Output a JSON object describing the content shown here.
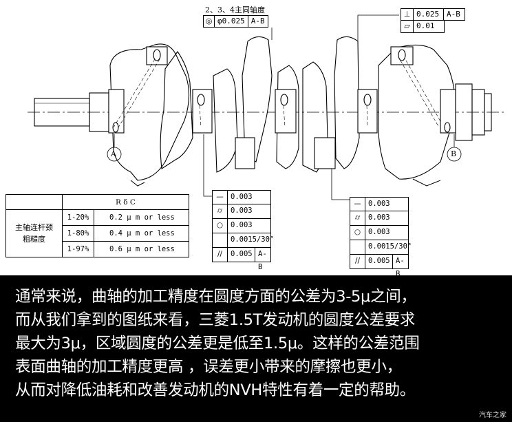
{
  "drawing": {
    "main_journal_note": "2、3、4主同轴度",
    "coaxiality": {
      "symbol": "◎",
      "value": "φ0.025",
      "datum": "A-B"
    },
    "top_right_frame": [
      {
        "symbol": "⊥",
        "value": "0.025",
        "datum": "A-B"
      },
      {
        "symbol": "▱",
        "value": "0.01",
        "datum": ""
      }
    ],
    "datum_a": "A",
    "datum_b": "B",
    "left_group": [
      {
        "symbol": "—",
        "value": "0.003",
        "datum": ""
      },
      {
        "symbol": "⌭",
        "value": "0.003",
        "datum": ""
      },
      {
        "symbol": "○",
        "value": "0.003",
        "datum": ""
      },
      {
        "symbol": "",
        "value": "0.0015/30°",
        "datum": ""
      },
      {
        "symbol": "//",
        "value": "0.005",
        "datum": "A-B"
      }
    ],
    "right_group": [
      {
        "symbol": "—",
        "value": "0.003",
        "datum": ""
      },
      {
        "symbol": "⌭",
        "value": "0.003",
        "datum": ""
      },
      {
        "symbol": "○",
        "value": "0.003",
        "datum": ""
      },
      {
        "symbol": "",
        "value": "0.0015/30°",
        "datum": ""
      },
      {
        "symbol": "//",
        "value": "0.005",
        "datum": "A-B"
      }
    ],
    "roughness_table": {
      "header": "R δ C",
      "row_label": "主轴连杆颈\n粗糙度",
      "rows": [
        {
          "range": "1-20%",
          "value": "0.2 μ m or less"
        },
        {
          "range": "1-80%",
          "value": "0.4 μ m or less"
        },
        {
          "range": "1-97%",
          "value": "0.6 μ m or less"
        }
      ]
    }
  },
  "caption": {
    "lines": [
      "通常来说，曲轴的加工精度在圆度方面的公差为3-5μ之间，",
      "而从我们拿到的图纸来看，三菱1.5T发动机的圆度公差要求",
      "最大为3μ，区域圆度的公差更是低至1.5μ。这样的公差范围",
      "表面曲轴的加工精度更高  ，误差更小带来的摩擦也更小，",
      "从而对降低油耗和改善发动机的NVH特性有着一定的帮助。"
    ]
  },
  "watermark": "汽车之家"
}
